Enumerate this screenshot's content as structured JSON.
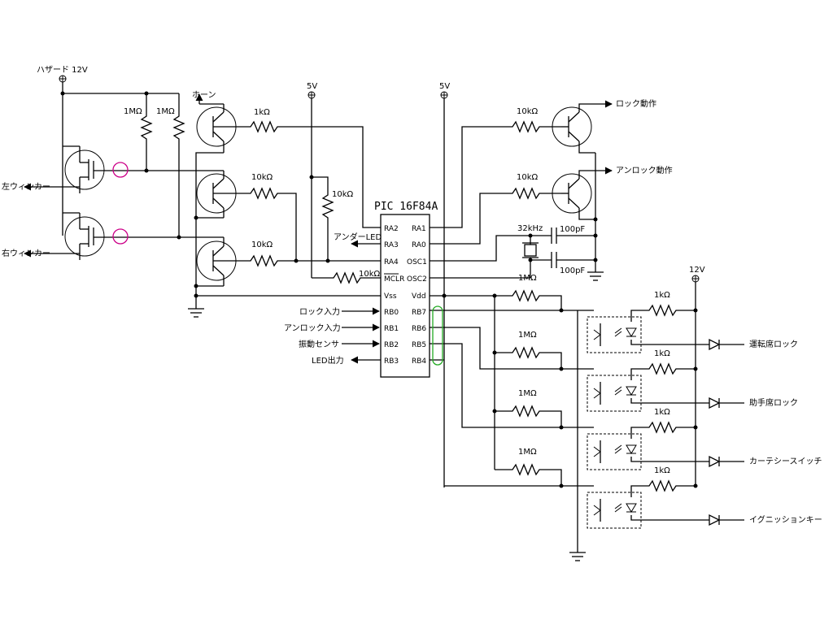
{
  "colors": {
    "background": "#ffffff",
    "wire": "#000000",
    "mark_circle": "#cc0088",
    "highlight": "#22aa22"
  },
  "power": {
    "hazard": "ハザード 12V",
    "v5_left": "5V",
    "v5_right": "5V",
    "v12": "12V"
  },
  "outputs_left": {
    "left_winker": "左ウィンカー",
    "right_winker": "右ウィンカー",
    "horn": "ホーン"
  },
  "outputs_right": {
    "lock": "ロック動作",
    "unlock": "アンロック動作"
  },
  "resistors": {
    "r1M_a": "1MΩ",
    "r1M_b": "1MΩ",
    "r_horn": "1kΩ",
    "r_q2": "10kΩ",
    "r_q3": "10kΩ",
    "r_pullup": "10kΩ",
    "r_mclr": "10kΩ",
    "r_lock": "10kΩ",
    "r_unlock": "10kΩ",
    "r_in1": "1MΩ",
    "r_in2": "1MΩ",
    "r_in3": "1MΩ",
    "r_in4": "1MΩ",
    "r_led1": "1kΩ",
    "r_led2": "1kΩ",
    "r_led3": "1kΩ"
  },
  "mcu": {
    "name": "PIC 16F84A",
    "left_pins": [
      "RA2",
      "RA3",
      "RA4",
      "MCLR",
      "Vss",
      "RB0",
      "RB1",
      "RB2",
      "RB3"
    ],
    "right_pins": [
      "RA1",
      "RA0",
      "OSC1",
      "OSC2",
      "Vdd",
      "RB7",
      "RB6",
      "RB5",
      "RB4"
    ]
  },
  "crystal": {
    "freq": "32kHz",
    "cap1": "100pF",
    "cap2": "100pF"
  },
  "signals_in": {
    "lock_in": "ロック入力",
    "unlock_in": "アンロック入力",
    "vib_sensor": "振動センサ",
    "led_out": "LED出力",
    "under_led": "アンダーLED"
  },
  "inputs_right": [
    "運転席ロック",
    "助手席ロック",
    "カーテシースイッチ",
    "イグニッションキー"
  ]
}
